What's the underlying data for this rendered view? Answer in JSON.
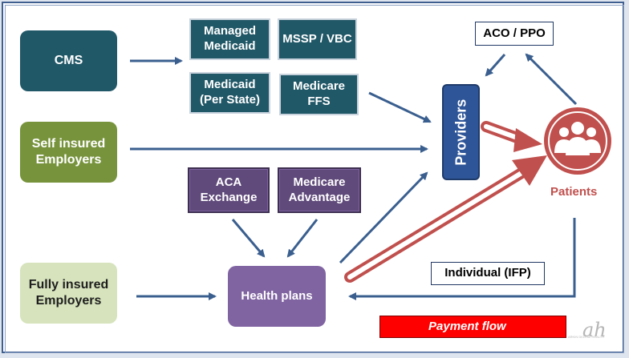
{
  "nodes": {
    "cms": "CMS",
    "self_insured": "Self insured Employers",
    "fully_insured": "Fully insured Employers",
    "managed_medicaid": "Managed Medicaid",
    "mssp_vbc": "MSSP / VBC",
    "medicaid_per_state": "Medicaid (Per State)",
    "medicare_ffs": "Medicare FFS",
    "aca_exchange": "ACA Exchange",
    "medicare_advantage": "Medicare Advantage",
    "health_plans": "Health plans",
    "providers": "Providers",
    "patients": "Patients",
    "aco_ppo": "ACO / PPO",
    "individual_ifp": "Individual (IFP)"
  },
  "legend": {
    "payment_flow": "Payment flow"
  },
  "logo": {
    "monogram": "ah",
    "wordmark": "ARKIN DIGITAL HEALTH"
  },
  "colors": {
    "teal": "#215868",
    "green": "#77933c",
    "light_green": "#d6e3bc",
    "purple": "#8064a2",
    "providers_blue": "#2e5597",
    "arrow_blue": "#3a5f8f",
    "payment_red": "#c0504d",
    "legend_red": "#ff0000"
  },
  "icons": {
    "patients": "people-group-icon"
  }
}
